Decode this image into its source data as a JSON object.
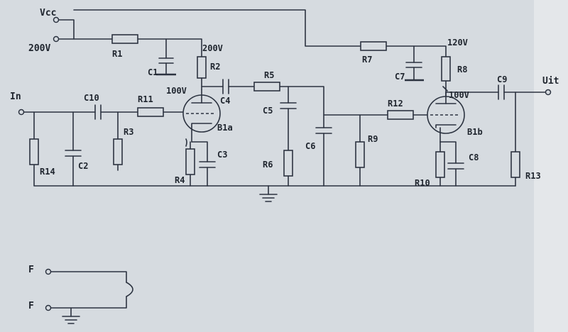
{
  "supply": {
    "name": "Vcc",
    "voltage": "200V",
    "node_r1": "200V",
    "node_r7": "120V"
  },
  "terminals": {
    "input": "In",
    "output": "Uit",
    "filament_top": "F",
    "filament_bottom": "F"
  },
  "tubes": {
    "first": {
      "label": "B1a",
      "anode_voltage": "100V"
    },
    "second": {
      "label": "B1b",
      "anode_voltage": "100V"
    }
  },
  "resistors": {
    "r1": "R1",
    "r2": "R2",
    "r3": "R3",
    "r4": "R4",
    "r5": "R5",
    "r6": "R6",
    "r7": "R7",
    "r8": "R8",
    "r9": "R9",
    "r10": "R10",
    "r11": "R11",
    "r12": "R12",
    "r13": "R13",
    "r14": "R14"
  },
  "capacitors": {
    "c1": "C1",
    "c2": "C2",
    "c3": "C3",
    "c4": "C4",
    "c5": "C5",
    "c6": "C6",
    "c7": "C7",
    "c8": "C8",
    "c9": "C9",
    "c10": "C10"
  }
}
